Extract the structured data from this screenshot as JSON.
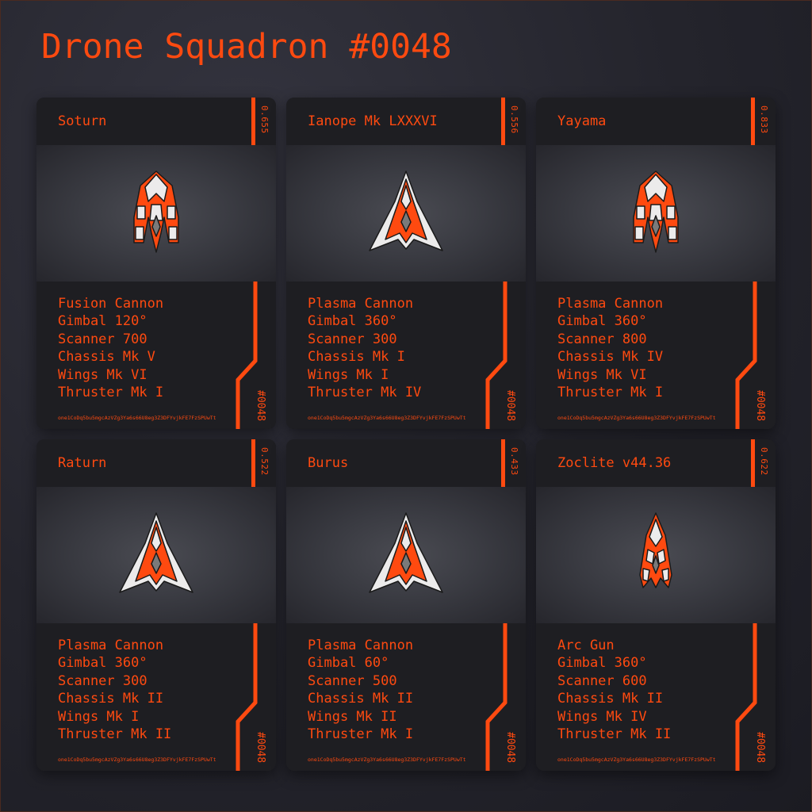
{
  "title": "Drone Squadron #0048",
  "accent_color": "#ff4a10",
  "serial": "#0048",
  "hash": "one1CoDq5bu5mgcAzVZg3Ya6s66U8eg3Z3DFYvjkFE7FzSPUwTt",
  "cards": [
    {
      "name": "Soturn",
      "score": "0.655",
      "ship_icon": "fighter-wide-checkered-icon",
      "stats": [
        "Fusion Cannon",
        "Gimbal 120°",
        "Scanner 700",
        "Chassis Mk V",
        "Wings Mk VI",
        "Thruster Mk I"
      ]
    },
    {
      "name": "Ianope Mk LXXXVI",
      "score": "0.556",
      "ship_icon": "fighter-delta-icon",
      "stats": [
        "Plasma Cannon",
        "Gimbal 360°",
        "Scanner 300",
        "Chassis Mk I",
        "Wings Mk I",
        "Thruster Mk IV"
      ]
    },
    {
      "name": "Yayama",
      "score": "0.833",
      "ship_icon": "fighter-wide-checkered-icon",
      "stats": [
        "Plasma Cannon",
        "Gimbal 360°",
        "Scanner 800",
        "Chassis Mk IV",
        "Wings Mk VI",
        "Thruster Mk I"
      ]
    },
    {
      "name": "Raturn",
      "score": "0.522",
      "ship_icon": "fighter-delta-icon",
      "stats": [
        "Plasma Cannon",
        "Gimbal 360°",
        "Scanner 300",
        "Chassis Mk II",
        "Wings Mk I",
        "Thruster Mk II"
      ]
    },
    {
      "name": "Burus",
      "score": "0.433",
      "ship_icon": "fighter-delta-icon",
      "stats": [
        "Plasma Cannon",
        "Gimbal 60°",
        "Scanner 500",
        "Chassis Mk II",
        "Wings Mk II",
        "Thruster Mk I"
      ]
    },
    {
      "name": "Zoclite v44.36",
      "score": "0.622",
      "ship_icon": "fighter-narrow-icon",
      "stats": [
        "Arc Gun",
        "Gimbal 360°",
        "Scanner 600",
        "Chassis Mk II",
        "Wings Mk IV",
        "Thruster Mk II"
      ]
    }
  ]
}
